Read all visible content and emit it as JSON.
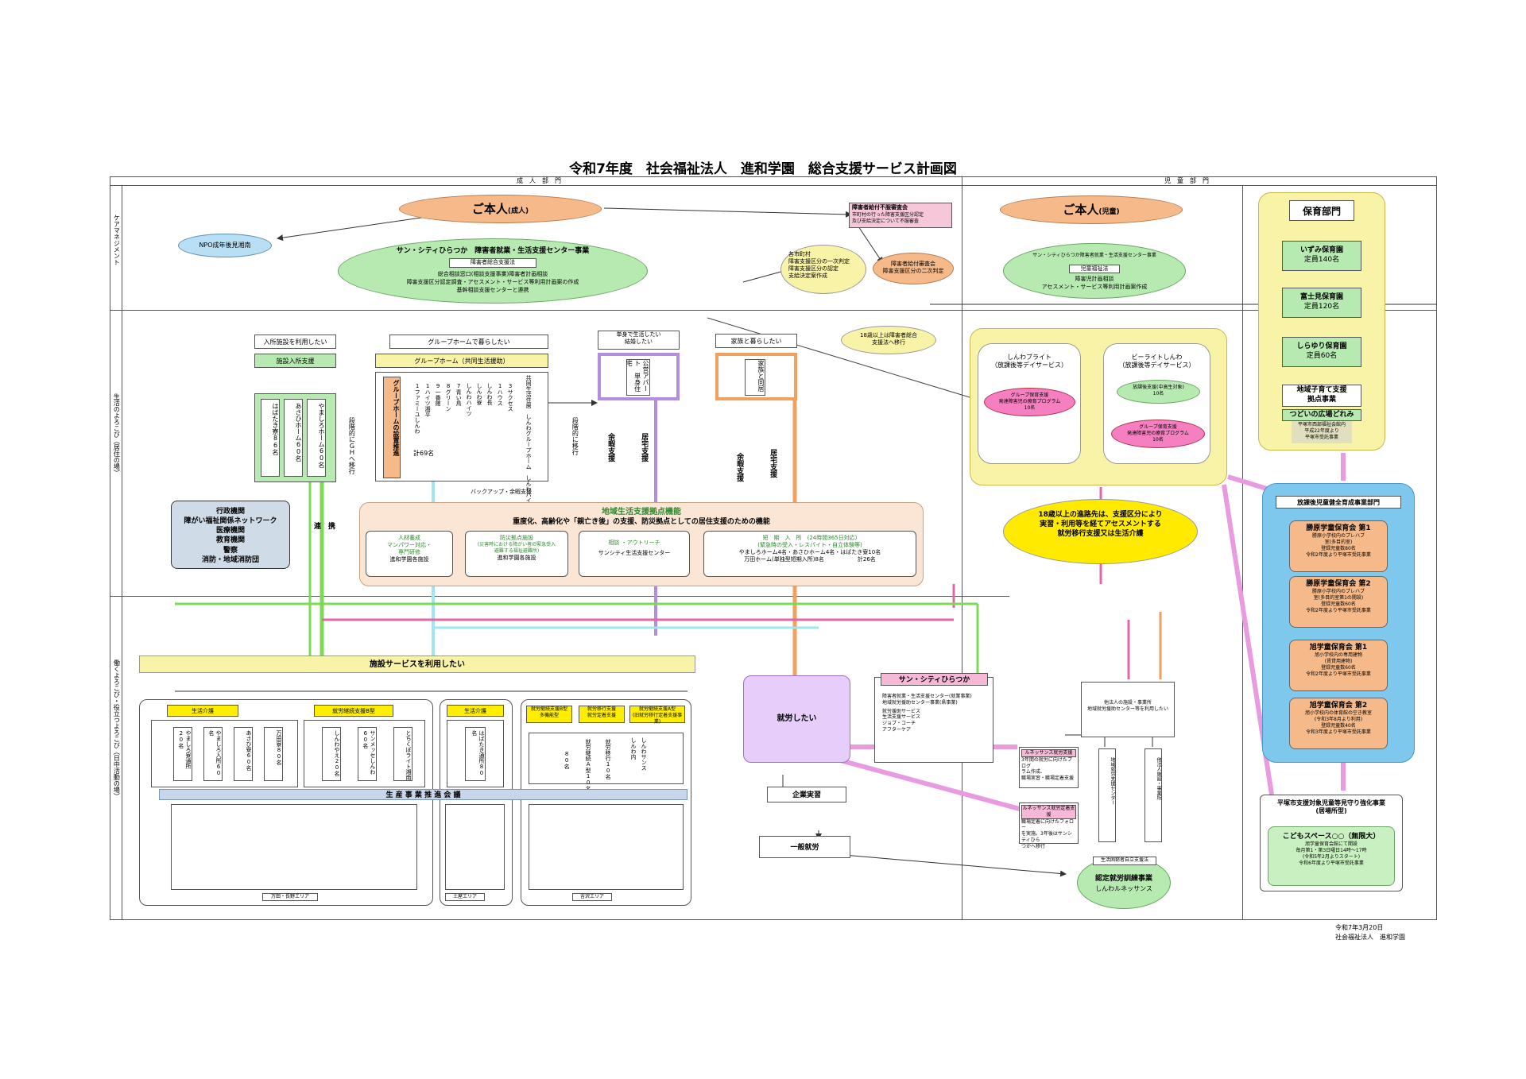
{
  "title": "令和7年度　社会福祉法人　進和学園　総合支援サービス計画図",
  "sections": {
    "adult": "成　人　部　門",
    "child": "児　童　部　門"
  },
  "row_labels": {
    "care": "ケアマネジメント",
    "life": "生活のよろこび（居住の場）",
    "work": "働くよろこび・役立つよろこび（日中活動の場）"
  },
  "adult_person": {
    "main": "ご本人",
    "suffix": "(成人)"
  },
  "child_person": {
    "main": "ご本人",
    "suffix": "(児童)"
  },
  "npo": "NPO成年後見湘南",
  "center": {
    "title": "サン・シティひらつか　障害者就業・生活支援センター事業",
    "sub": "障害者総合支援法",
    "lines": [
      "総合相談窓口(相談支援事業)障害者計画相談",
      "障害支援区分認定調査・アセスメント・サービス等利用計画案の作成",
      "基幹相談支援センターと連携"
    ]
  },
  "complaint": [
    "障害者給付不服審査会",
    "市町村の行った障害支援区分認定",
    "及び支給決定について不服審査"
  ],
  "municipality": [
    "各市町村",
    "障害支援区分の一次判定",
    "障害支援区分の認定",
    "支給決定案作成"
  ],
  "review": [
    "障害者給付審査会",
    "障害支援区分の二次判定"
  ],
  "child_center": {
    "title": "サン・シティひらつか障害者就業・生活支援センター事業",
    "sub": "児童福祉法",
    "lines": [
      "障害児計画相談",
      "アセスメント・サービス等利用計画案作成"
    ]
  },
  "transition": [
    "18歳以上は障害者総合",
    "支援法へ移行"
  ],
  "need_facility": "入所施設を利用したい",
  "facility_support": "施設入所支援",
  "facility_houses": [
    "はばたき寮86名",
    "あさひホーム60名",
    "やましろホーム60名"
  ],
  "step_gh": "段階的にＧＨへ移行",
  "need_gh": "グループホームで暮らしたい",
  "gh_header": "グループホーム（共同生活援助）",
  "gh_setup": "グループホームの設置推進",
  "gh_count": "計69名",
  "gh_list": [
    "1ファミーユしんわ",
    "1ハイツ湘平",
    "9一番館",
    "8グリーン",
    "7青い鳥",
    "しんわハイツ",
    "しんわ寮",
    "しんわ長",
    "1ハウス",
    "3サクセス"
  ],
  "gh_right": "共同生活住居　しんわグループホーム　しんわハイツ",
  "backup": "バックアップ・余暇支援",
  "need_single": [
    "単身で生活したい",
    "結婚したい"
  ],
  "apartment": "公営アパート　単身住宅",
  "need_family": "家族と暮らしたい",
  "family_home": "家族と同居",
  "step2": "段階的に移行",
  "leisure": "余暇支援",
  "home_support": "居宅支援",
  "network": [
    "行政機関",
    "障がい福祉関係ネットワーク",
    "医療機関",
    "教育機関",
    "警察",
    "消防・地域消防団"
  ],
  "collab": "連　携",
  "hub": {
    "title": "地域生活支援拠点機能",
    "sub": "重度化、高齢化や「親亡き後」の支援、防災拠点としての居住支援のための機能",
    "boxes": [
      {
        "h": "人材養成",
        "l": [
          "マンパワー対応・",
          "専門研修",
          "進和学園各施設"
        ]
      },
      {
        "h": "防災拠点施設",
        "l": [
          "(災害時における障がい者の緊急受入",
          "避難する福祉避難所)",
          "進和学園各施設"
        ]
      },
      {
        "h": "相談 ・アウトリーチ",
        "l": [
          "サンシティ生活支援センター"
        ]
      },
      {
        "h": "短　期　入　所　(24時間365日対応)",
        "l": [
          "(緊急時の受入・レスパイト・自立体験等)",
          "やましろホーム4名・あさひホーム4名・はばたき寮10名",
          "万田ホーム(単独型短期入所)8名　　　　　　計26名"
        ]
      }
    ]
  },
  "child_services": [
    {
      "name": "しんわブライト",
      "sub": "（放課後等デイサービス）",
      "items": [
        "グループ保育支援",
        "発達障害児の療育プログラム",
        "10名"
      ]
    },
    {
      "name": "ビーライトしんわ",
      "sub": "（放課後等デイサービス）",
      "items": [
        "放課後支援(中高生対象)",
        "10名",
        "グループ保育支援",
        "発達障害児の療育プログラム",
        "10名"
      ]
    }
  ],
  "age18": [
    "18歳以上の進路先は、支援区分により",
    "実習・利用等を経てアセスメントする",
    "就労移行支援又は生活介護"
  ],
  "nursery": {
    "title": "保育部門",
    "items": [
      {
        "name": "いずみ保育園",
        "cap": "定員140名"
      },
      {
        "name": "富士見保育園",
        "cap": "定員120名"
      },
      {
        "name": "しらゆり保育園",
        "cap": "定員60名"
      }
    ],
    "hub": [
      "地域子育て支援",
      "拠点事業"
    ],
    "hub_name": "つどいの広場どれみ",
    "hub_detail": [
      "平塚市西部福祉会館内",
      "平成22年度より",
      "平塚市受託事業"
    ]
  },
  "afterschool": {
    "title": "放課後児童健全育成事業部門",
    "items": [
      {
        "name": "勝原学童保育会 第1",
        "lines": [
          "勝原小学校内のプレハブ",
          "室(多目的室)",
          "登録児童数80名",
          "令和2年度より平塚市受託事業"
        ]
      },
      {
        "name": "勝原学童保育会 第2",
        "lines": [
          "勝原小学校内のプレハブ",
          "室(多目的室第1の開設)",
          "登録児童数60名",
          "令和2年度より平塚市受託事業"
        ]
      },
      {
        "name": "旭学童保育会 第1",
        "lines": [
          "旭小学校内の専用建物",
          "(賃貸用建物)",
          "登録児童数60名",
          "令和2年度より平塚市受託事業"
        ]
      },
      {
        "name": "旭学童保育会 第2",
        "lines": [
          "旭小学校内の体育館の空き教室",
          "(令和3年8月より利用)",
          "登録児童数40名",
          "令和3年度より平塚市受託事業"
        ]
      }
    ]
  },
  "ibasho": {
    "title": [
      "平塚市支援対象児童等見守り強化事業",
      "(居場所型)"
    ],
    "name": "こどもスペース○○（無限大）",
    "lines": [
      "旭学童保育会館にて開設",
      "毎月第1・第3日曜日14時～17時",
      "(令和5年2月よりスタート)",
      "令和6年度より平塚市受託事業"
    ]
  },
  "want_facility": "施設サービスを利用したい",
  "seikatsu": "生活介護",
  "shuro_b": "就労継続支援B型",
  "day_homes": [
    "やましろ寮通所20名",
    "やましろ入所60名",
    "あさひ寮60名",
    "万田寮80名"
  ],
  "b_homes": [
    "しんわやえ20名",
    "サンメッセしんわ60名",
    "とちくぼライト湘南"
  ],
  "seikatsu2": "生活介護",
  "habataki": "はばたき通所80名",
  "mid_heads": [
    "就労継続支援B型",
    "就労移行支援",
    "就労継続支援A型"
  ],
  "mid_sub": [
    "多機能型",
    "就労定着支援",
    "(旧就労移行定着支援事業)"
  ],
  "mid_cols": [
    "しんわ内",
    "しんわサンス",
    "就労移行10名",
    "就労継続A型10名",
    "80名"
  ],
  "production": "生 産 事 業 推 進 会 議",
  "area_labels": [
    "万田・長野エリア",
    "土屋エリア",
    "吉沢エリア"
  ],
  "want_work": "就労したい",
  "suncity": {
    "title": "サン・シティひらつか",
    "lines": [
      "障害者就業・生活支援センター(就業事業)",
      "地域就労援助センター事業(県事業)",
      "就労援助サービス",
      "生活支援サービス",
      "ジョブ・コーチ",
      "アフターケア"
    ]
  },
  "training": "企業実習",
  "general_work": "一般就労",
  "other_facility": [
    "他法人の施設・事業所",
    "地域就労援助センター等を利用したい"
  ],
  "other_cols": [
    "地域就労支援センター",
    "他法人施設・事業所"
  ],
  "lune1": {
    "title": "ルネッサンス就労支援",
    "l": [
      "3年間の就労に向けたプログ",
      "ラム作成、",
      "職場実習・職場定着支援"
    ]
  },
  "lune2": {
    "title": "ルネッサンス就労定着支援",
    "l": [
      "職場定着に向けたフォロー",
      "を実施。3年後はサンシティひら",
      "つかへ移行"
    ]
  },
  "train_sub": "生活困窮者自立支援法",
  "train_main": "認定就労訓練事業",
  "train_name": "しんわルネッサンス",
  "date": "令和7年3月20日",
  "org": "社会福祉法人　進和学園",
  "colors": {
    "orange": "#f5b98a",
    "green": "#b6eab0",
    "pink": "#f5b8d6",
    "yellow": "#f9f3a8",
    "violet": "#c9a3e6",
    "gray": "#d0dbe8"
  }
}
